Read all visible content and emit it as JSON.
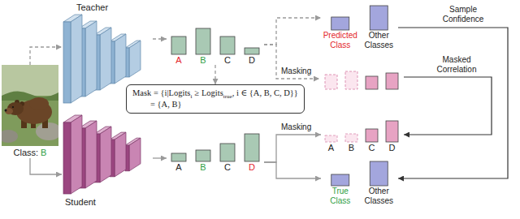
{
  "diagram": {
    "nodes": [
      {
        "text": [
          "Teacher"
        ]
      },
      {
        "text": [
          "Class:",
          "B"
        ]
      },
      {
        "text": [
          "A",
          "B",
          "C",
          "D"
        ]
      },
      {
        "text": [
          "Mask = {i|Logits",
          "i",
          "≥ Logits",
          "true",
          ", i ∈ {A, B, C, D}}",
          "= {A, B}"
        ]
      },
      {
        "text": [
          "Predicted Class",
          "Other Classes"
        ]
      },
      {
        "text": [
          "Student"
        ]
      },
      {
        "text": [
          "A",
          "B",
          "C",
          "D"
        ]
      },
      {
        "text": [
          "A",
          "B",
          "C",
          "D"
        ]
      },
      {
        "text": [
          "True Class",
          "Other Classes"
        ]
      }
    ],
    "edges": [
      {
        "from": 1,
        "to": 0,
        "arrow": "to"
      },
      {
        "from": 1,
        "to": 5,
        "arrow": "to"
      },
      {
        "from": 0,
        "to": 2,
        "arrow": "to"
      },
      {
        "from": 2,
        "to": 3,
        "arrow": "to"
      },
      {
        "from": 2,
        "to": 4,
        "arrow": "to"
      },
      {
        "from": 5,
        "to": 6,
        "arrow": "to"
      },
      {
        "from": 6,
        "to": 7,
        "label": "Masking",
        "arrow": "to"
      },
      {
        "from": 6,
        "to": 8,
        "arrow": "to"
      },
      {
        "from": 4,
        "to": 8,
        "label": "Sample Confidence",
        "arrow": "to"
      }
    ],
    "labels": [
      "Masking",
      "Masked Correlation"
    ]
  }
}
